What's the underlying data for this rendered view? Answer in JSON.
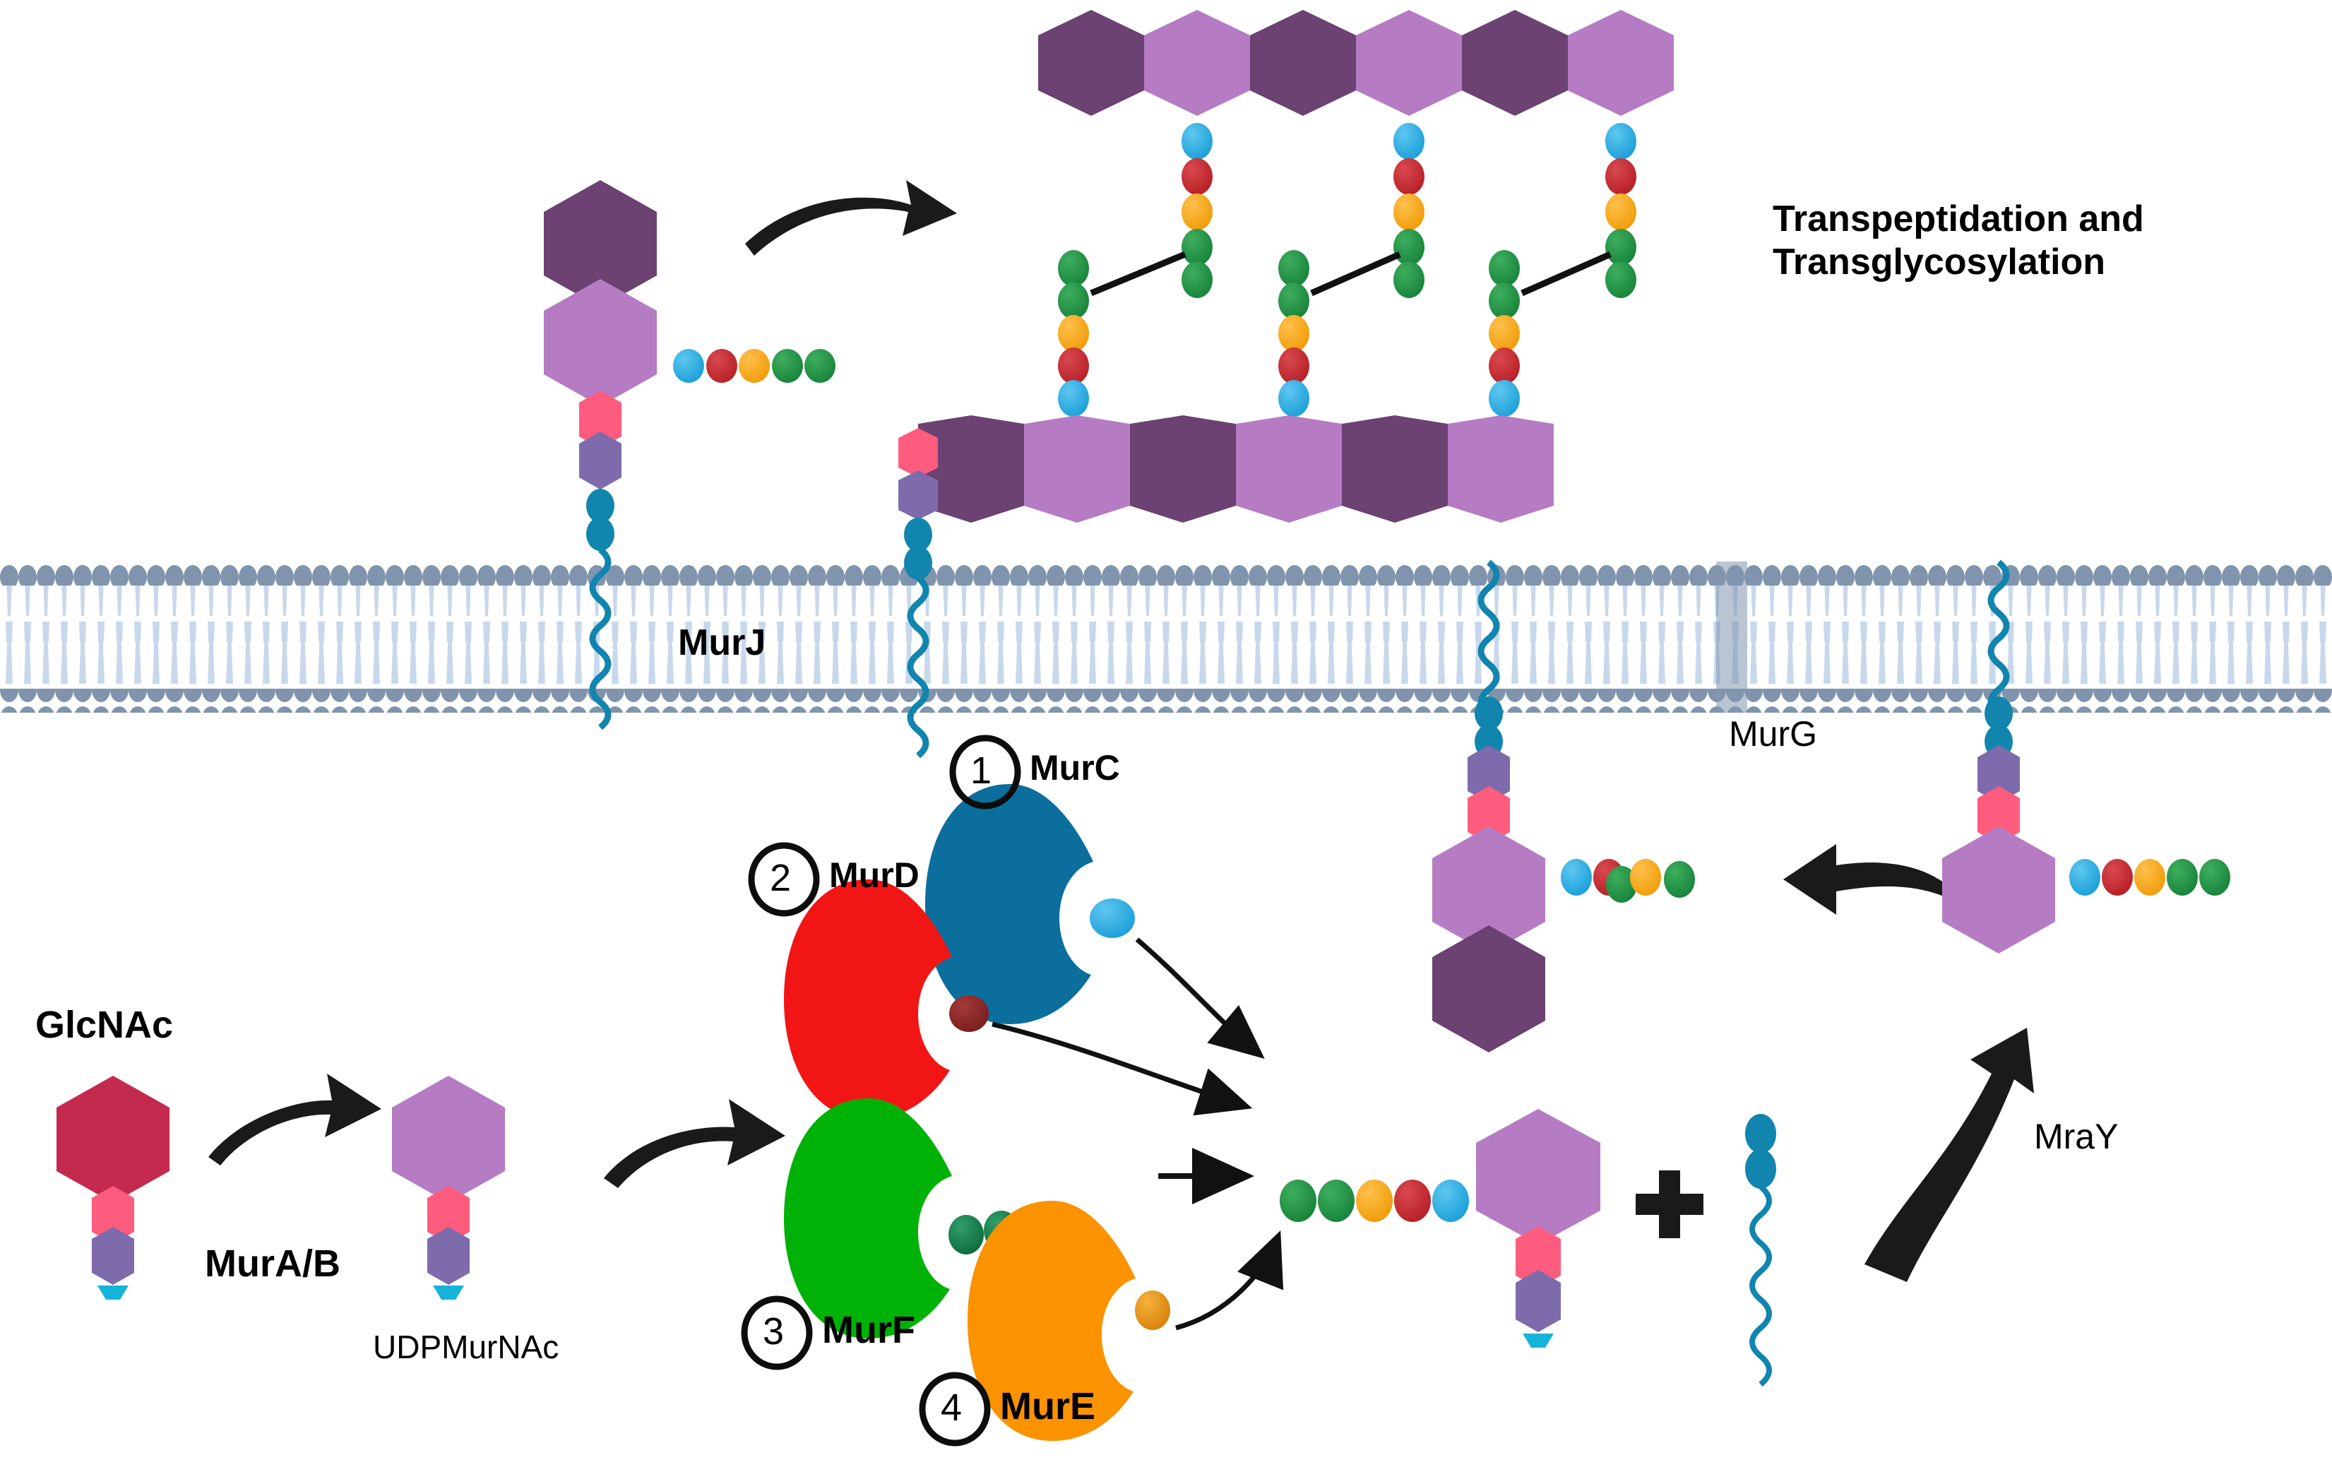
{
  "diagram": {
    "title_text": "Transpeptidation and\nTransglycosylation",
    "subject": "bacterial peptidoglycan biosynthesis pathway"
  },
  "labels": {
    "glcnac": "GlcNAc",
    "murab": "MurA/B",
    "udpmurnac": "UDPMurNAc",
    "murj": "MurJ",
    "murg": "MurG",
    "mray": "MraY",
    "transpeptidation_line1": "Transpeptidation and",
    "transpeptidation_line2": "Transglycosylation"
  },
  "enzymes": [
    {
      "num": "1",
      "name": "MurC",
      "color": "#0b6e9c",
      "bead_color": "#1b9fd8",
      "bead_count": 1
    },
    {
      "num": "2",
      "name": "MurD",
      "color": "#f21515",
      "bead_color": "#8c2424",
      "bead_count": 1
    },
    {
      "num": "3",
      "name": "MurF",
      "color": "#00b207",
      "bead_color": "#137a4a",
      "bead_count": 2
    },
    {
      "num": "4",
      "name": "MurE",
      "color": "#fb9200",
      "bead_color": "#e08b10",
      "bead_count": 1
    }
  ],
  "palette": {
    "glcnac_crimson": "#c42a4e",
    "murnac_light_purple": "#b57cc4",
    "glcnac_dark_purple": "#6b4272",
    "pink_hex": "#fe5c7e",
    "purple_hex": "#7e6bac",
    "teal_circle": "#1185ae",
    "lipid_tail": "#1185ae",
    "membrane_head": "#8094ad",
    "membrane_tail": "#c8d8ec",
    "bead_blue": "#1b9fd8",
    "bead_red": "#c0272d",
    "bead_orange": "#f7a416",
    "bead_green": "#1d8b3d",
    "arrow_black": "#1a1a1a"
  },
  "pentapeptide": {
    "order_outward": [
      "blue",
      "red",
      "orange",
      "green",
      "green"
    ],
    "order_downward": [
      "blue",
      "red",
      "orange",
      "green",
      "green"
    ]
  },
  "membrane": {
    "leaflets": 2,
    "head_shape": "ellipse",
    "label_left": "MurJ",
    "label_right": "MurG"
  },
  "glycan_chains": {
    "upper_row_units": 6,
    "lower_row_units": 6,
    "alternating": [
      "dark",
      "light",
      "dark",
      "light",
      "dark",
      "light"
    ],
    "stem_peptide_count_upper": 3,
    "stem_peptide_count_lower": 3,
    "crosslinks": 3
  },
  "structures": {
    "glcnac_precursor": {
      "hexes": [
        "crimson",
        "pink",
        "purple"
      ]
    },
    "udpmurnac": {
      "hexes": [
        "light_purple",
        "pink",
        "purple"
      ]
    },
    "lipid_I": {
      "stack": [
        "teal",
        "teal",
        "purple",
        "pink",
        "light_purple"
      ],
      "peptide": 5
    },
    "lipid_II_cyto": {
      "stack": [
        "light_purple",
        "dark_purple"
      ],
      "peptide": 5
    },
    "lipid_II_flipped": {
      "stack": [
        "dark_purple",
        "light_purple",
        "pink",
        "purple",
        "teal",
        "teal",
        "tail"
      ],
      "peptide": 5
    },
    "undecaprenyl_phosphate": {
      "beads": 2,
      "tail": "zigzag"
    }
  },
  "plus_sign": "+"
}
